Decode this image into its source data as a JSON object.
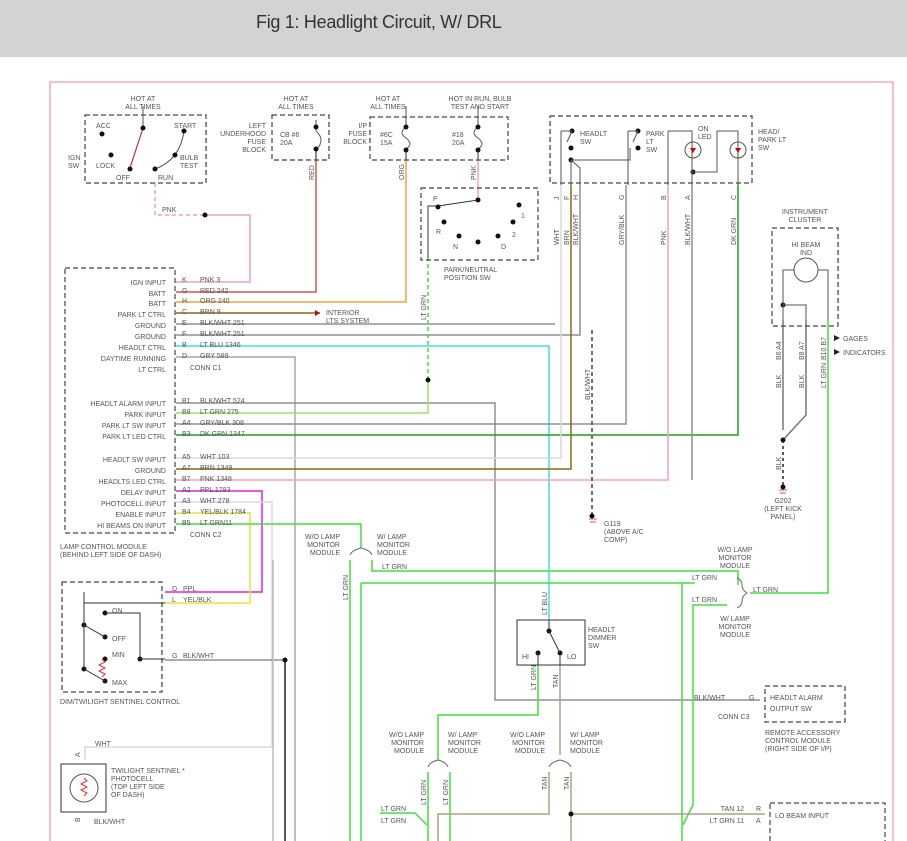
{
  "header": {
    "title": "Fig 1: Headlight Circuit, W/ DRL"
  },
  "colors": {
    "frame": "#f08080",
    "pnk": "#f4a0c0",
    "red": "#e05050",
    "org": "#f5a040",
    "brn": "#8b6914",
    "blkwht": "#909090",
    "ltblu": "#40e0e0",
    "gry": "#a8a8a8",
    "ltgrn": "#40e040",
    "ltgrn2": "#a0e060",
    "dkgrn": "#20a020",
    "wht": "#d8d8d8",
    "ppl": "#e020e0",
    "yelblk": "#e8e040",
    "tan": "#b0a080",
    "blk": "#222222"
  },
  "ign_switch": {
    "hot_label": [
      "HOT AT",
      "ALL TIMES"
    ],
    "name": [
      "IGN",
      "SW"
    ],
    "positions": {
      "acc": "ACC",
      "lock": "LOCK",
      "off": "OFF",
      "run": "RUN",
      "start": "START",
      "bulb_test": [
        "BULB",
        "TEST"
      ]
    }
  },
  "underhood_fuse": {
    "hot_label": [
      "HOT AT",
      "ALL TIMES"
    ],
    "name": [
      "LEFT",
      "UNDERHOOD",
      "FUSE",
      "BLOCK"
    ],
    "fuse": [
      "CB #6",
      "20A"
    ],
    "wire": "RED"
  },
  "ip_fuse": {
    "name": [
      "I/P",
      "FUSE",
      "BLOCK"
    ],
    "fuse1": {
      "hot": [
        "HOT AT",
        "ALL TIMES"
      ],
      "id": [
        "#6C",
        "15A"
      ],
      "wire": "ORG"
    },
    "fuse2": {
      "hot": [
        "HOT IN RUN, BULB",
        "TEST AND START"
      ],
      "id": [
        "#18",
        "20A"
      ],
      "wire": "PNK"
    }
  },
  "pnk_label": "PNK",
  "park_neutral_sw": {
    "positions": [
      "P",
      "R",
      "N",
      "D",
      "2",
      "1"
    ],
    "d_symbol": "D",
    "name": [
      "PARK/NEUTRAL",
      "POSITION SW"
    ],
    "wire": "LT GRN"
  },
  "headlight_switch": {
    "headlt": [
      "HEADLT",
      "SW"
    ],
    "park": [
      "PARK",
      "LT",
      "SW"
    ],
    "led": [
      "ON",
      "LED"
    ],
    "name": [
      "HEAD/",
      "PARK LT",
      "SW"
    ],
    "pins": [
      {
        "wire": "WHT",
        "pin": "J"
      },
      {
        "wire": "BRN",
        "pin": "F"
      },
      {
        "wire": "BLK/WHT",
        "pin": "H"
      },
      {
        "wire": "GRY/BLK",
        "pin": "G"
      },
      {
        "wire": "PNK",
        "pin": "B"
      },
      {
        "wire": "BLK/WHT",
        "pin": "A"
      },
      {
        "wire": "DK GRN",
        "pin": "C"
      }
    ]
  },
  "instrument_cluster": {
    "name": [
      "INSTRUMENT",
      "CLUSTER"
    ],
    "ind": [
      "HI BEAM",
      "IND"
    ],
    "pins": [
      {
        "pin": "B6 A4",
        "wire": "BLK"
      },
      {
        "pin": "B8 A7",
        "wire": "BLK"
      },
      {
        "pin": "B10 B7",
        "wire": "LT GRN"
      }
    ],
    "gages": "GAGES",
    "indicators": "INDICATORS",
    "ground_wire": "BLK",
    "ground": [
      "G202",
      "(LEFT KICK",
      "PANEL)"
    ]
  },
  "g119": {
    "wire": "BLK/WHT",
    "label": [
      "G119",
      "(ABOVE A/C",
      "COMP)"
    ]
  },
  "lcm": {
    "name": [
      "LAMP CONTROL MODULE",
      "(BEHIND LEFT SIDE OF DASH)"
    ],
    "c1_label": "CONN C1",
    "c2_label": "CONN C2",
    "c1": [
      {
        "label": "IGN INPUT",
        "pin": "K",
        "wire": "PNK 3"
      },
      {
        "label": "BATT",
        "pin": "G",
        "wire": "RED 242"
      },
      {
        "label": "BATT",
        "pin": "H",
        "wire": "ORG 240"
      },
      {
        "label": "PARK LT CTRL",
        "pin": "C",
        "wire": "BRN 9"
      },
      {
        "label": "GROUND",
        "pin": "E",
        "wire": "BLK/WHT 251"
      },
      {
        "label": "GROUND",
        "pin": "F",
        "wire": "BLK/WHT 251"
      },
      {
        "label": "HEADLT CTRL",
        "pin": "B",
        "wire": "LT BLU 1346"
      },
      {
        "label": "DAYTIME RUNNING",
        "label2": "LT CTRL",
        "pin": "D",
        "wire": "GRY 589"
      }
    ],
    "c2": [
      {
        "label": "HEADLT ALARM INPUT",
        "pin": "B1",
        "wire": "BLK/WHT 524"
      },
      {
        "label": "PARK INPUT",
        "pin": "B8",
        "wire": "LT GRN 275"
      },
      {
        "label": "PARK LT SW INPUT",
        "pin": "A4",
        "wire": "GRY/BLK 308"
      },
      {
        "label": "PARK LT LED CTRL",
        "pin": "B3",
        "wire": "DK GRN 1347"
      },
      {
        "label": "HEADLT SW INPUT",
        "pin": "A5",
        "wire": "WHT 103"
      },
      {
        "label": "GROUND",
        "pin": "A7",
        "wire": "BRN 1349"
      },
      {
        "label": "HEADLTS LED CTRL",
        "pin": "B7",
        "wire": "PNK 1348"
      },
      {
        "label": "DELAY INPUT",
        "pin": "A2",
        "wire": "PPL 1783"
      },
      {
        "label": "PHOTOCELL INPUT",
        "pin": "A3",
        "wire": "WHT 278"
      },
      {
        "label": "ENABLE INPUT",
        "pin": "B4",
        "wire": "YEL/BLK 1784"
      },
      {
        "label": "HI BEAMS ON INPUT",
        "pin": "B5",
        "wire": "LT GRN11"
      }
    ],
    "interior_lts": [
      "INTERIOR",
      "LTS SYSTEM"
    ]
  },
  "dim_control": {
    "name": "DIM/TWILIGHT SENTINEL CONTROL",
    "on": "ON",
    "off": "OFF",
    "min": "MIN",
    "max": "MAX",
    "pins": [
      {
        "pin": "D",
        "wire": "PPL"
      },
      {
        "pin": "L",
        "wire": "YEL/BLK"
      },
      {
        "pin": "G",
        "wire": "BLK/WHT"
      }
    ]
  },
  "photocell": {
    "wire_top": "WHT",
    "pin_top": "A",
    "pin_bottom": "B",
    "wire_bottom": "BLK/WHT",
    "name": [
      "TWILIGHT SENTINEL *",
      "PHOTOCELL",
      "(TOP LEFT SIDE",
      "OF DASH)"
    ]
  },
  "monitor_labels": {
    "wo": [
      "W/O LAMP",
      "MONITOR",
      "MODULE"
    ],
    "w": [
      "W/ LAMP",
      "MONITOR",
      "MODULE"
    ]
  },
  "ltgrn": "LT GRN",
  "ltblu": "LT BLU",
  "tan": "TAN",
  "dimmer": {
    "name": [
      "HEADLT",
      "DIMMER",
      "SW"
    ],
    "hi": "HI",
    "lo": "LO"
  },
  "rac": {
    "wire": "BLK/WHT",
    "pin": "G",
    "conn": "CONN C3",
    "sw": [
      "HEADLT ALARM",
      "OUTPUT SW"
    ],
    "name": [
      "REMOTE ACCESSORY",
      "CONTROL MODULE",
      "(RIGHT SIDE OF I/P)"
    ]
  },
  "lo_beam": {
    "label": "LO BEAM INPUT",
    "rows": [
      {
        "wire": "TAN 12",
        "pin": "R"
      },
      {
        "wire": "LT GRN 11",
        "pin": "A"
      }
    ]
  },
  "bottom_blkwht": "BLK/WHT"
}
